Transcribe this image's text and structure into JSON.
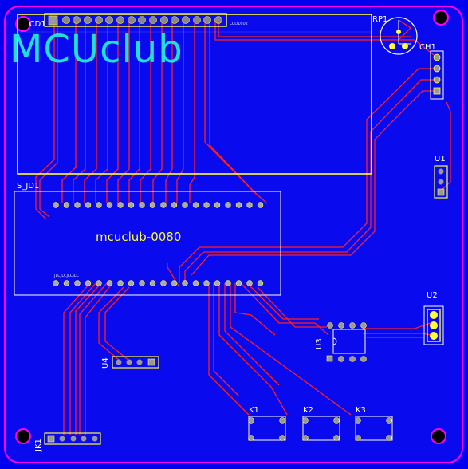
{
  "logo": "MCUclub",
  "board_title": "mcuclub-0080",
  "colors": {
    "board": "#0a0aee",
    "copper": "#ff2020",
    "silk": "#ffffff",
    "outline": "#ff00ff",
    "label": "#ffff33",
    "logo": "#22e0d8"
  },
  "refs": {
    "lcd": "LCD1",
    "rp1": "RP1",
    "ch1": "CH1",
    "sjd1": "S_JD1",
    "u1": "U1",
    "u2": "U2",
    "u3": "U3",
    "u4": "U4",
    "jk1": "JK1",
    "k1": "K1",
    "k2": "K2",
    "k3": "K3"
  },
  "silk_text": {
    "lcd_part": "LCD1602",
    "sjd_bottom": "JLCJLCJLCJLC"
  }
}
